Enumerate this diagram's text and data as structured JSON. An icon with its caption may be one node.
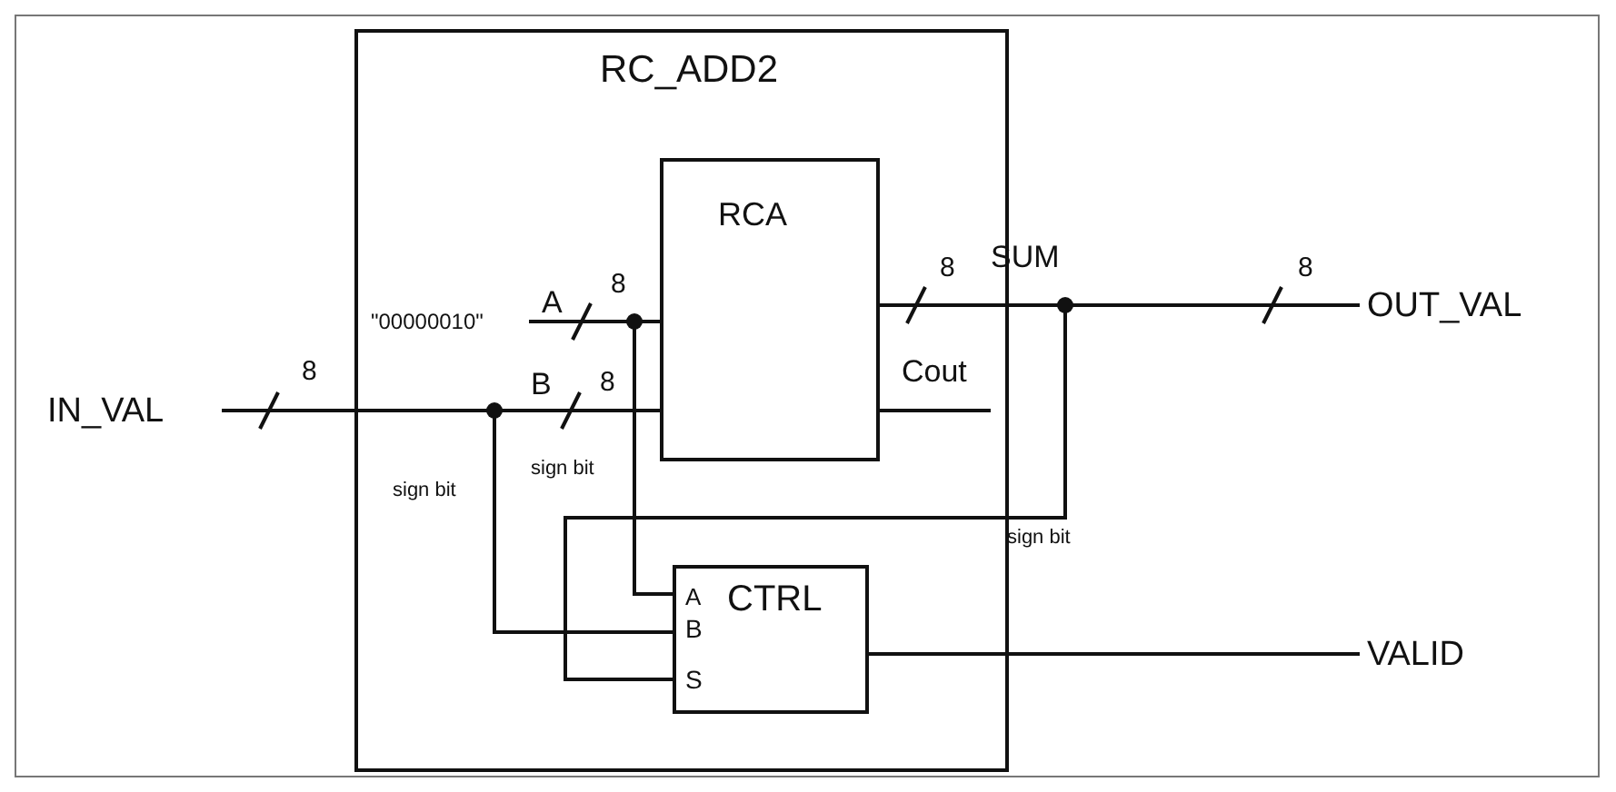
{
  "diagram": {
    "nodes": [
      {
        "text": [
          "RC_ADD2"
        ]
      },
      {
        "text": [
          "RCA"
        ],
        "in": 0
      },
      {
        "text": [
          "CTRL",
          "A",
          "B",
          "S"
        ],
        "in": 0
      },
      {
        "text": [
          "IN_VAL"
        ]
      },
      {
        "text": [
          "\"00000010\""
        ],
        "in": 0
      },
      {
        "text": [
          "OUT_VAL"
        ]
      },
      {
        "text": [
          "VALID"
        ]
      }
    ],
    "edges": [
      {
        "from": 3,
        "to": 1,
        "arrow": "none",
        "label": "B"
      },
      {
        "from": 3,
        "to": 2,
        "arrow": "none",
        "label": "sign bit"
      },
      {
        "from": 4,
        "to": 1,
        "arrow": "none",
        "label": "A"
      },
      {
        "from": 4,
        "to": 2,
        "arrow": "none",
        "label": "sign bit"
      },
      {
        "from": 1,
        "to": 5,
        "arrow": "none",
        "label": "SUM"
      },
      {
        "from": 1,
        "to": 2,
        "arrow": "none",
        "label": "sign bit"
      },
      {
        "from": 1,
        "to": null,
        "arrow": "none",
        "label": "Cout"
      },
      {
        "from": 2,
        "to": 6,
        "arrow": "none"
      }
    ],
    "labels": [
      "8",
      "8",
      "8",
      "8",
      "8"
    ]
  }
}
